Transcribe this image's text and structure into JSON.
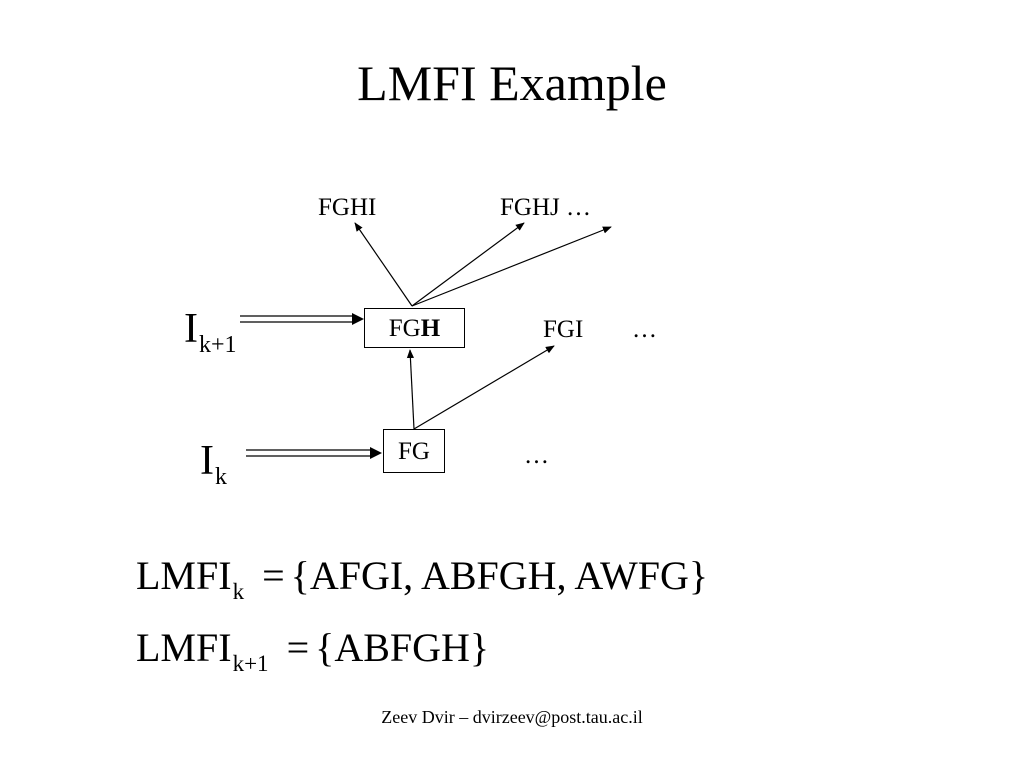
{
  "slide": {
    "title": "LMFI Example",
    "footer": "Zeev Dvir – dvirzeev@post.tau.ac.il"
  },
  "diagram": {
    "top_row": {
      "fghi": "FGHI",
      "fghj": "FGHJ …"
    },
    "middle_row": {
      "level_base": "I",
      "level_sub": "k+1",
      "box_prefix": "FG",
      "box_bold": "H",
      "fgi": "FGI",
      "ellipsis": "…"
    },
    "bottom_row": {
      "level_base": "I",
      "level_sub": "k",
      "box": "FG",
      "ellipsis": "…"
    }
  },
  "equations": [
    {
      "lhs": "LMFI",
      "sub": "k",
      "symbol": "=",
      "rhs": "{AFGI, ABFGH, AWFG}"
    },
    {
      "lhs": "LMFI",
      "sub": "k+1",
      "symbol": "=",
      "rhs": "{ABFGH}"
    }
  ]
}
